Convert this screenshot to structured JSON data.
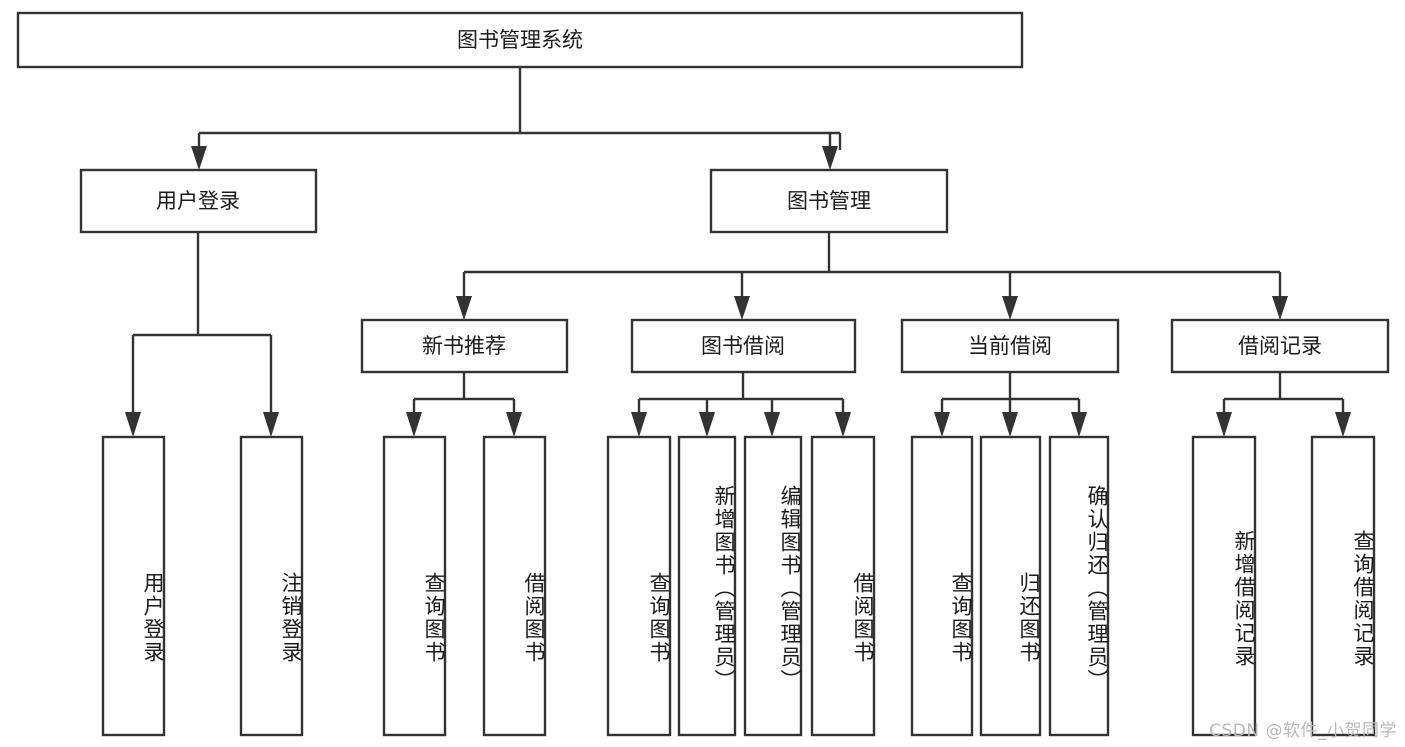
{
  "diagram": {
    "type": "tree",
    "title": "图书管理系统",
    "orientation": "top-down",
    "watermark": "CSDN @软件_小贺同学",
    "colors": {
      "box_fill": "#ffffff",
      "box_stroke": "#333333",
      "text": "#1b1b1b",
      "watermark": "#b9b9b9",
      "background": "#ffffff"
    },
    "root": {
      "label": "图书管理系统"
    },
    "level2": [
      {
        "label": "用户登录"
      },
      {
        "label": "图书管理"
      }
    ],
    "level3": [
      {
        "label": "新书推荐"
      },
      {
        "label": "图书借阅"
      },
      {
        "label": "当前借阅"
      },
      {
        "label": "借阅记录"
      }
    ],
    "leaves": {
      "user_login": [
        {
          "label": "用户登录"
        },
        {
          "label": "注销登录"
        }
      ],
      "new_book_recommend": [
        {
          "label": "查询图书"
        },
        {
          "label": "借阅图书"
        }
      ],
      "book_borrow": [
        {
          "label": "查询图书"
        },
        {
          "label": "新增图书（管理员）"
        },
        {
          "label": "编辑图书（管理员）"
        },
        {
          "label": "借阅图书"
        }
      ],
      "current_borrow": [
        {
          "label": "查询图书"
        },
        {
          "label": "归还图书"
        },
        {
          "label": "确认归还（管理员）"
        }
      ],
      "borrow_record": [
        {
          "label": "新增借阅记录"
        },
        {
          "label": "查询借阅记录"
        }
      ]
    }
  }
}
